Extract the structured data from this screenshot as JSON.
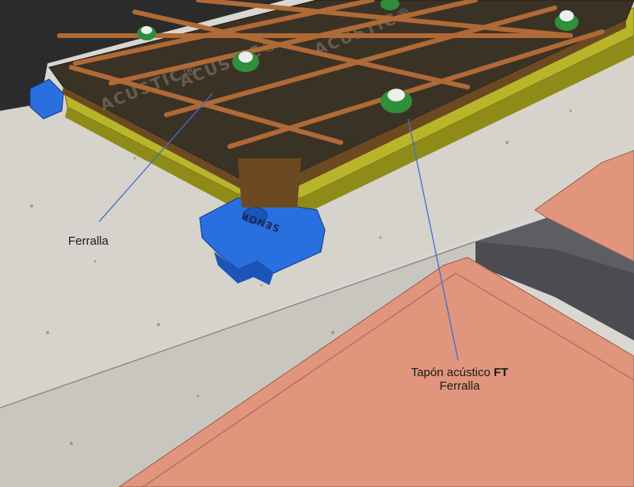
{
  "labels": {
    "left": "Ferralla",
    "right_line1_plain": "Tapón acústico ",
    "right_line1_bold": "FT",
    "right_line2": "Ferralla"
  },
  "brand_marks": {
    "spacer_text": "SENOR",
    "sheet_text": "ACUSTIC®"
  },
  "colors": {
    "concrete": "#d9d7d1",
    "tile": "#e0957c",
    "board": "#3b3226",
    "insulation": "#b9b52a",
    "rebar": "#b06a36",
    "plug": "#2f8f3a",
    "spacer": "#2a6fe0",
    "callout_line": "#3c6fd1"
  }
}
